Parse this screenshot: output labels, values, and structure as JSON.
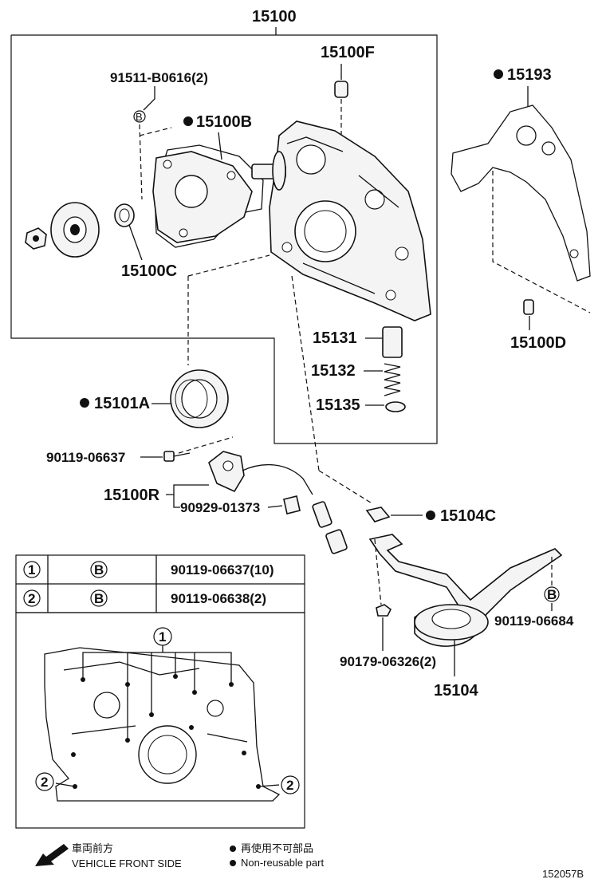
{
  "labels": {
    "assy": "15100",
    "p15100F": "15100F",
    "p91511": "91511-B0616(2)",
    "p15100B": "15100B",
    "p15193": "15193",
    "p15100C": "15100C",
    "p15100D": "15100D",
    "p15131": "15131",
    "p15132": "15132",
    "p15135": "15135",
    "p15101A": "15101A",
    "p90119_06637": "90119-06637",
    "p15100R": "15100R",
    "p90929": "90929-01373",
    "p15104C": "15104C",
    "p90119_06684": "90119-06684",
    "p90179": "90179-06326(2)",
    "p15104": "15104"
  },
  "bolt_marker": "B",
  "bolt_table": [
    {
      "num": "1",
      "bolt": "B",
      "part": "90119-06637(10)"
    },
    {
      "num": "2",
      "bolt": "B",
      "part": "90119-06638(2)"
    }
  ],
  "detail_callouts": [
    "1",
    "2",
    "2"
  ],
  "legend": {
    "front_cn": "車両前方",
    "front_en": "VEHICLE FRONT SIDE",
    "nonreuse_cn": "再使用不可部品",
    "nonreuse_en": "Non-reusable part"
  },
  "diagram_id": "152057B"
}
